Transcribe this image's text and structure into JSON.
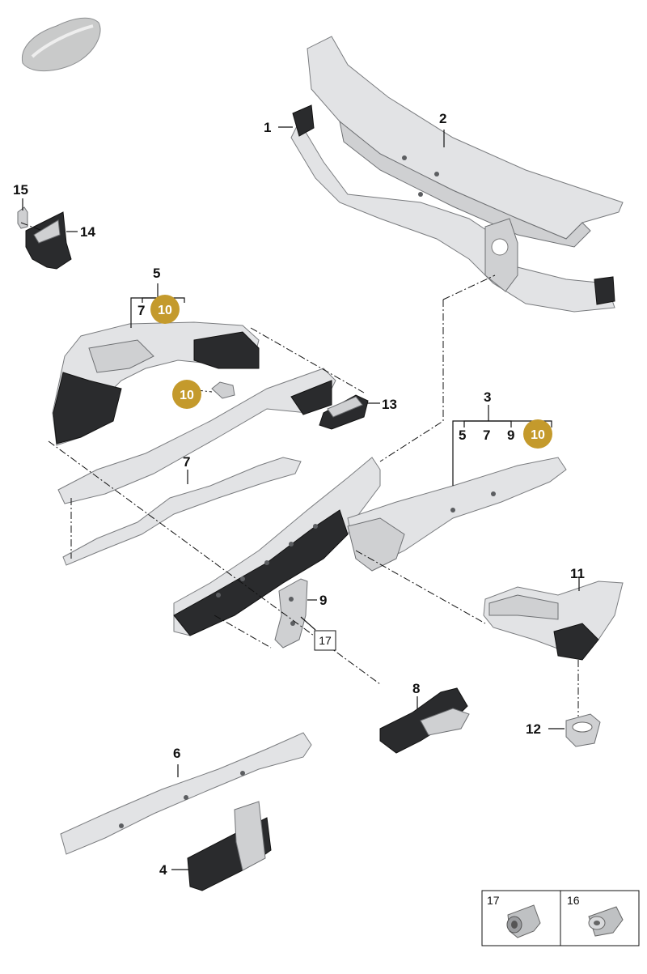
{
  "colors": {
    "badge": "#c49a2c",
    "part_light": "#e2e3e5",
    "part_mid": "#cfd0d2",
    "part_dark": "#2a2b2d",
    "line": "#111111"
  },
  "callouts": {
    "c1": "1",
    "c2": "2",
    "c3": "3",
    "c4": "4",
    "c5": "5",
    "c6": "6",
    "c7a": "7",
    "c7b": "7",
    "c7c": "7",
    "c8": "8",
    "c9": "9",
    "c9b": "9",
    "c11": "11",
    "c12": "12",
    "c13": "13",
    "c14": "14",
    "c15": "15",
    "c5b": "5"
  },
  "badges": {
    "b10a": "10",
    "b10b": "10",
    "b10c": "10"
  },
  "boxed": {
    "box17": "17"
  },
  "legend": {
    "item17": "17",
    "item16": "16",
    "item17_icon": "rivet-nut-icon",
    "item16_icon": "clip-nut-icon"
  }
}
